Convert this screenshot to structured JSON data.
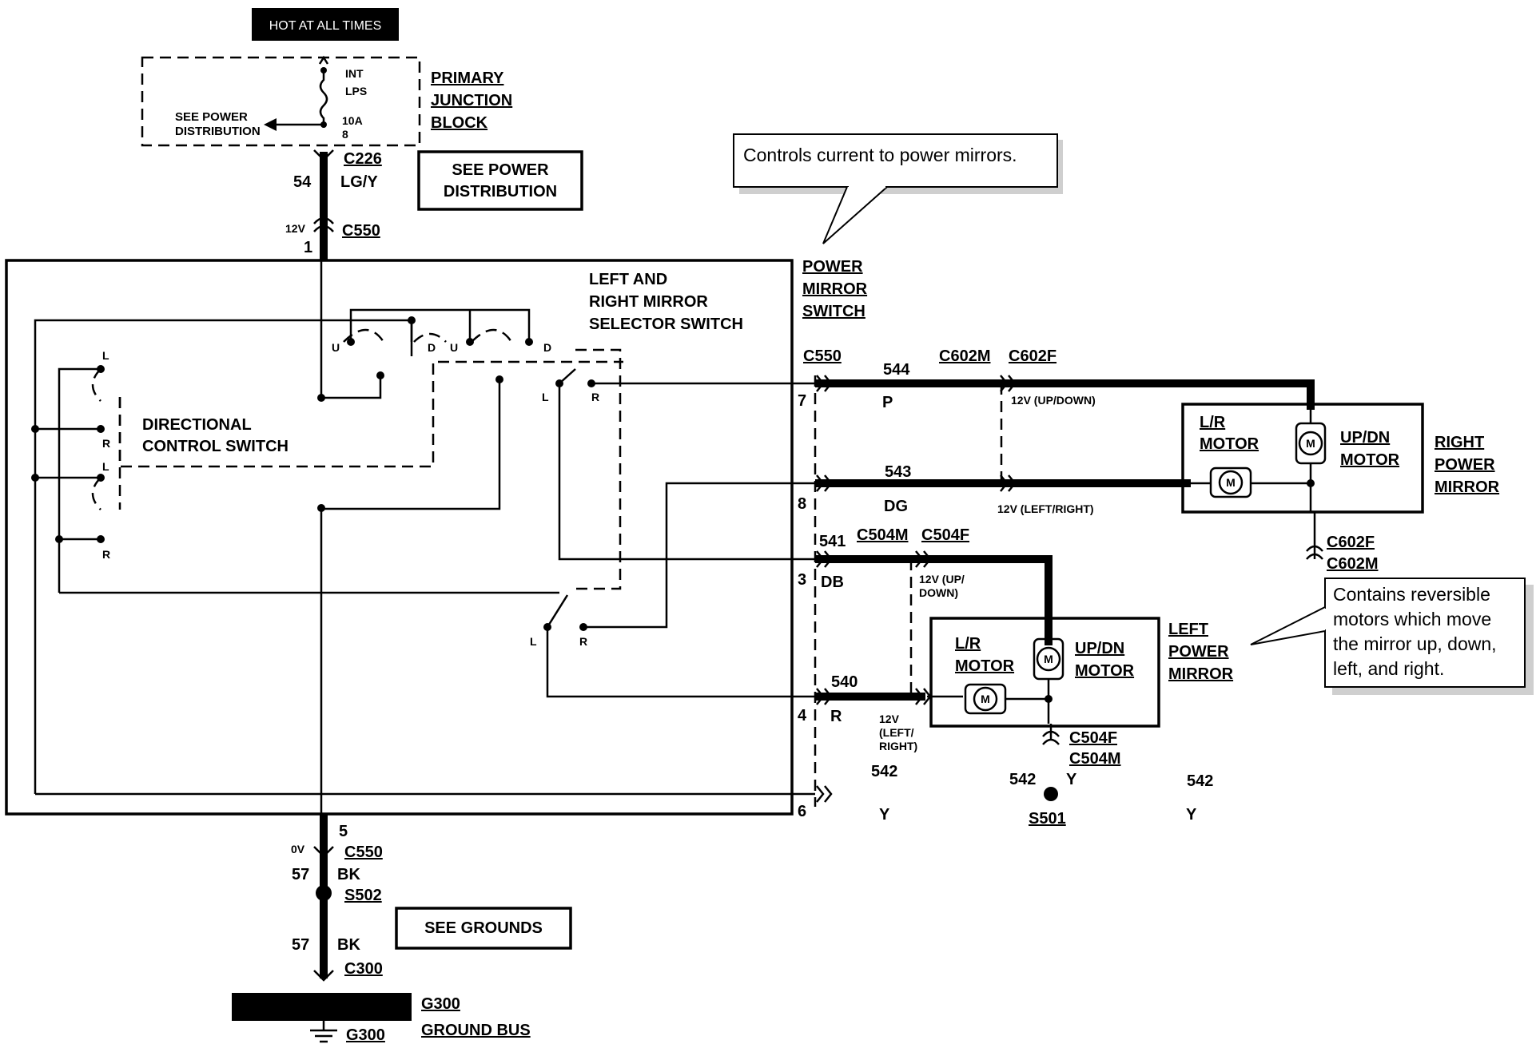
{
  "header": {
    "hot_label": "HOT AT ALL TIMES"
  },
  "junction_block": {
    "title": [
      "PRIMARY",
      "JUNCTION",
      "BLOCK"
    ],
    "fuse_lines": [
      "INT",
      "LPS",
      "10A",
      "8"
    ],
    "see_power_small": [
      "SEE POWER",
      "DISTRIBUTION"
    ],
    "see_power_box": [
      "SEE POWER",
      "DISTRIBUTION"
    ]
  },
  "callouts": {
    "controls": "Controls current to power mirrors.",
    "contains": [
      "Contains reversible",
      "motors which move",
      "the mirror up, down,",
      "left, and right."
    ]
  },
  "switch": {
    "title": [
      "POWER",
      "MIRROR",
      "SWITCH"
    ],
    "selector": [
      "LEFT AND",
      "RIGHT MIRROR",
      "SELECTOR SWITCH"
    ],
    "directional": [
      "DIRECTIONAL",
      "CONTROL SWITCH"
    ],
    "contacts": {
      "U": "U",
      "D": "D",
      "L": "L",
      "R": "R"
    }
  },
  "connectors": {
    "c226": "C226",
    "c550": "C550",
    "c602m": "C602M",
    "c602f": "C602F",
    "c504m": "C504M",
    "c504f": "C504F",
    "s501": "S501",
    "s502": "S502",
    "c300": "C300",
    "g300": "G300",
    "ground_bus": "GROUND BUS"
  },
  "wires": {
    "w54": "54",
    "lgy": "LG/Y",
    "v12": "12V",
    "pin1": "1",
    "w544": "544",
    "p": "P",
    "w543": "543",
    "dg": "DG",
    "w541": "541",
    "db": "DB",
    "w540": "540",
    "r": "R",
    "w542": "542",
    "y": "Y",
    "w57": "57",
    "bk": "BK",
    "ov": "0V",
    "pin5": "5",
    "pin7": "7",
    "pin8": "8",
    "pin3": "3",
    "pin4": "4",
    "pin6": "6"
  },
  "voltages": {
    "updown_r": "12V (UP/DOWN)",
    "leftright_r": "12V (LEFT/RIGHT)",
    "updown_l": [
      "12V (UP/",
      "DOWN)"
    ],
    "leftright_l": [
      "12V",
      "(LEFT/",
      "RIGHT)"
    ]
  },
  "mirrors": {
    "right": [
      "RIGHT",
      "POWER",
      "MIRROR"
    ],
    "left": [
      "LEFT",
      "POWER",
      "MIRROR"
    ],
    "lr_motor": [
      "L/R",
      "MOTOR"
    ],
    "updn_motor": [
      "UP/DN",
      "MOTOR"
    ],
    "m": "M"
  },
  "grounds": {
    "see_grounds": "SEE GROUNDS"
  }
}
